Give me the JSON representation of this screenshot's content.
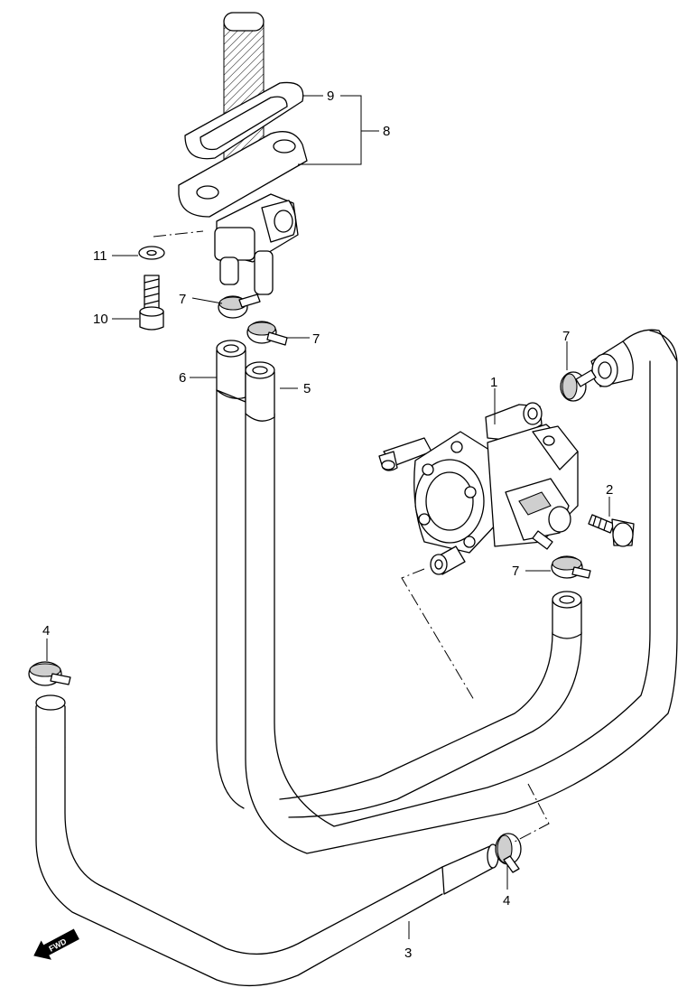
{
  "callouts": [
    {
      "id": "c1",
      "text": "1"
    },
    {
      "id": "c2",
      "text": "2"
    },
    {
      "id": "c3",
      "text": "3"
    },
    {
      "id": "c4a",
      "text": "4"
    },
    {
      "id": "c4b",
      "text": "4"
    },
    {
      "id": "c5",
      "text": "5"
    },
    {
      "id": "c6",
      "text": "6"
    },
    {
      "id": "c7a",
      "text": "7"
    },
    {
      "id": "c7b",
      "text": "7"
    },
    {
      "id": "c7c",
      "text": "7"
    },
    {
      "id": "c7d",
      "text": "7"
    },
    {
      "id": "c8",
      "text": "8"
    },
    {
      "id": "c9",
      "text": "9"
    },
    {
      "id": "c10",
      "text": "10"
    },
    {
      "id": "c11",
      "text": "11"
    }
  ],
  "fwd_label": "FWD",
  "colors": {
    "line": "#000000",
    "background": "#ffffff",
    "shade": "#cfcfcf"
  }
}
